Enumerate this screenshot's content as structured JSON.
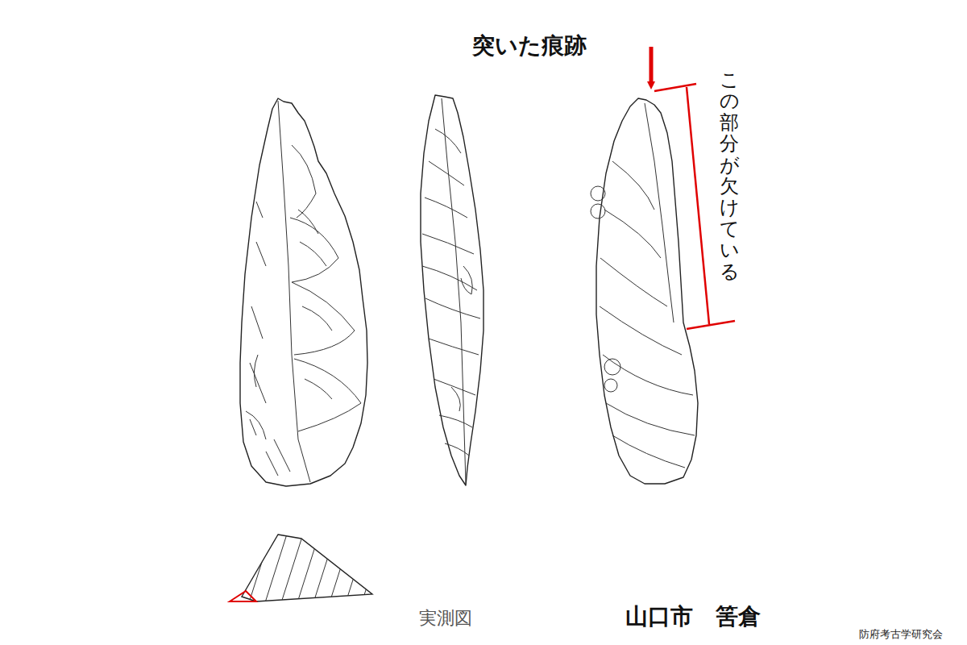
{
  "diagram": {
    "labels": [
      "突いた痕跡",
      "この部分が欠けている",
      "実測図",
      "山口市　筈倉",
      "防府考古学研究会"
    ]
  }
}
